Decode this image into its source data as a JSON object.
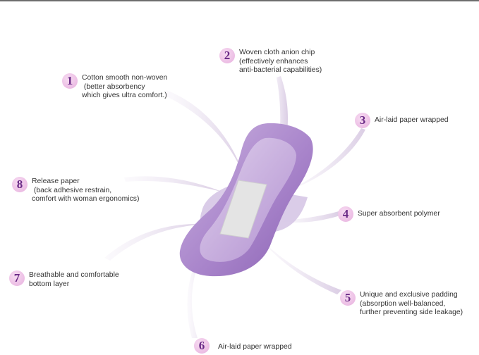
{
  "colors": {
    "numeral": "#6a2a86",
    "badge": "#ecbde4",
    "pad": "#a47ec6",
    "ribbon": "#e6dcec",
    "text": "#333333"
  },
  "callouts": [
    {
      "number": "1",
      "lines": [
        "Cotton smooth non-woven",
        " (better absorbency",
        "which gives ultra comfort.)"
      ]
    },
    {
      "number": "2",
      "lines": [
        "Woven cloth anion chip",
        "(effectively enhances",
        "anti-bacterial capabilities)"
      ]
    },
    {
      "number": "3",
      "lines": [
        "Air-laid paper wrapped"
      ]
    },
    {
      "number": "4",
      "lines": [
        "Super absorbent polymer"
      ]
    },
    {
      "number": "5",
      "lines": [
        "Unique and exclusive padding",
        "(absorption well-balanced,",
        "further preventing side leakage)"
      ]
    },
    {
      "number": "6",
      "lines": [
        "Air-laid paper wrapped"
      ]
    },
    {
      "number": "7",
      "lines": [
        "Breathable and comfortable",
        "bottom layer"
      ]
    },
    {
      "number": "8",
      "lines": [
        "Release paper",
        " (back adhesive restrain,",
        "comfort with woman ergonomics)"
      ]
    }
  ]
}
